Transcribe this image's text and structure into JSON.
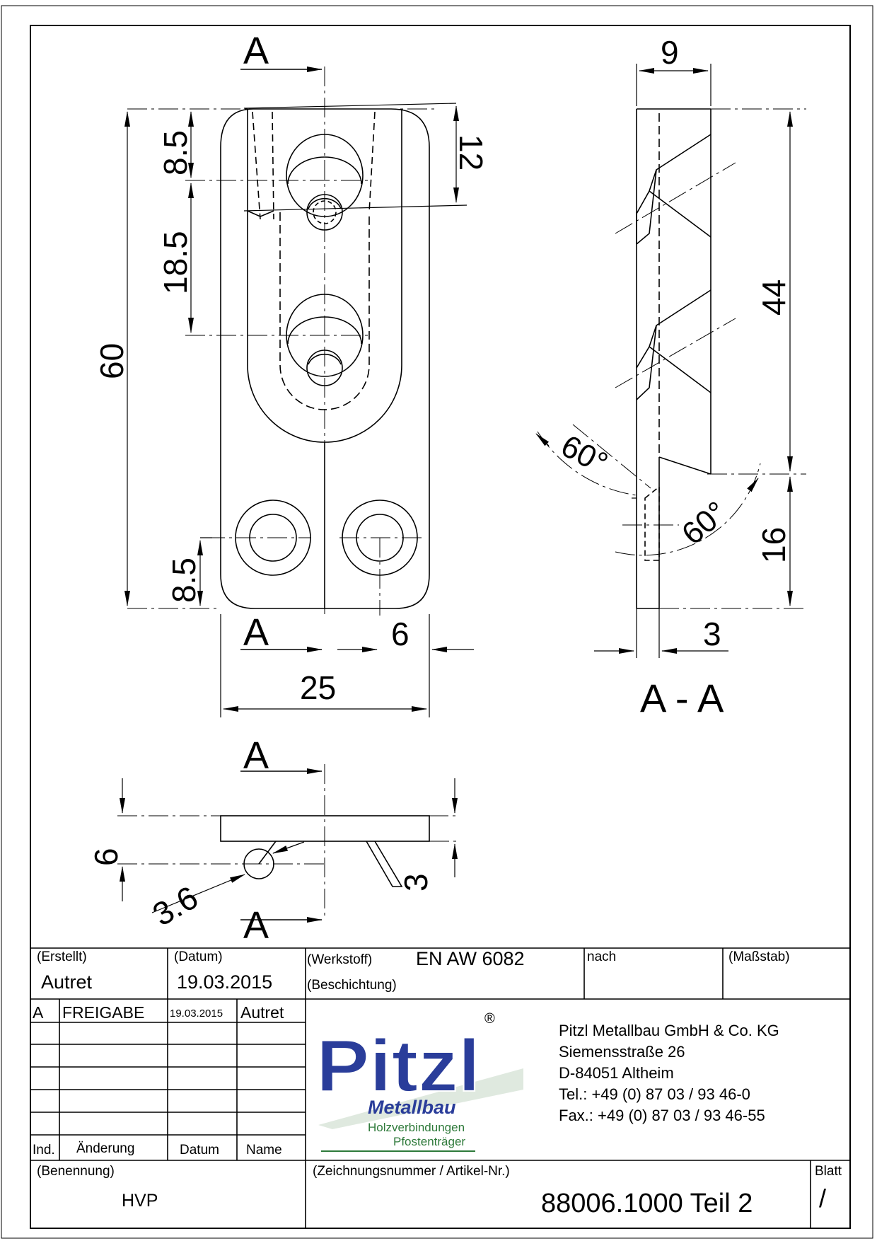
{
  "dimensions": {
    "d60": "60",
    "d8_5_top": "8.5",
    "d18_5": "18.5",
    "d8_5_bottom": "8.5",
    "d12": "12",
    "d25": "25",
    "d6_front": "6",
    "d9": "9",
    "d44": "44",
    "d16": "16",
    "d3_side": "3",
    "d60deg_a": "60°",
    "d60deg_b": "60°",
    "d6_top": "6",
    "d3_6": "3.6",
    "d3_top": "3"
  },
  "section_marks": {
    "a_top": "A",
    "a_bottom": "A",
    "a_plan_top": "A",
    "a_plan_bottom": "A",
    "section_title": "A - A"
  },
  "title_block": {
    "erstellt_label": "(Erstellt)",
    "erstellt_value": "Autret",
    "datum_label": "(Datum)",
    "datum_value": "19.03.2015",
    "werkstoff_label": "(Werkstoff)",
    "werkstoff_value": "EN AW 6082",
    "beschichtung_label": "(Beschichtung)",
    "nach_label": "nach",
    "massstab_label": "(Maßstab)",
    "revision": {
      "ind": "A",
      "aenderung": "FREIGABE",
      "datum": "19.03.2015",
      "name": "Autret"
    },
    "rev_headers": {
      "ind": "Ind.",
      "aenderung": "Änderung",
      "datum": "Datum",
      "name": "Name"
    },
    "benennung_label": "(Benennung)",
    "benennung_value": "HVP",
    "zeichnungsnummer_label": "(Zeichnungsnummer / Artikel-Nr.)",
    "zeichnungsnummer_value": "88006.1000 Teil 2",
    "blatt_label": "Blatt",
    "blatt_value": "/"
  },
  "company": {
    "logo_text": "Pitzl",
    "logo_registered": "®",
    "logo_sub": "Metallbau",
    "logo_line1": "Holzverbindungen",
    "logo_line2": "Pfostenträger",
    "name": "Pitzl Metallbau GmbH & Co. KG",
    "street": "Siemensstraße 26",
    "city": "D-84051 Altheim",
    "tel": "Tel.:  +49 (0) 87 03 / 93 46-0",
    "fax": "Fax.: +49 (0) 87 03 / 93 46-55"
  },
  "colors": {
    "logo_blue": "#2a3d9a",
    "logo_green": "#2e7a3a"
  }
}
